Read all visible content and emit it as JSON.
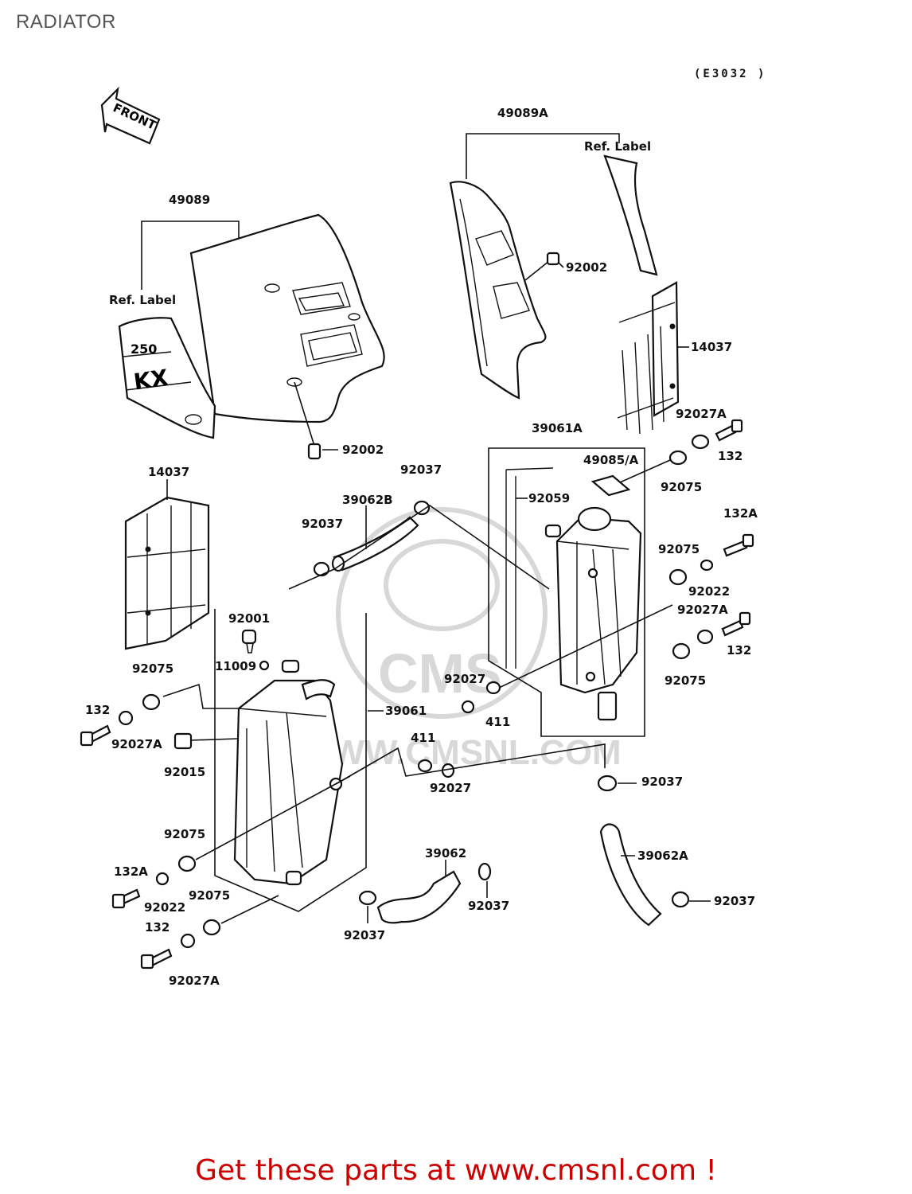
{
  "page": {
    "title": "RADIATOR",
    "diagram_code": "(E3032 )",
    "footer": "Get these parts at www.cmsnl.com !"
  },
  "watermark": {
    "brand": "CMS",
    "site": "WWW.CMSNL.COM"
  },
  "front_arrow": "FRONT",
  "decal": {
    "model_number": "250",
    "model_letters": "KX"
  },
  "labels": {
    "p49089": "49089",
    "ref_label_left": "Ref. Label",
    "p92002_a": "92002",
    "p49089A": "49089A",
    "ref_label_right": "Ref. Label",
    "p92002_b": "92002",
    "p14037_right": "14037",
    "p92027A_1": "92027A",
    "p132_1": "132",
    "p39061A": "39061A",
    "p49085A": "49085/A",
    "p92075_1": "92075",
    "p14037_left": "14037",
    "p92037_1": "92037",
    "p39062B": "39062B",
    "p92037_2": "92037",
    "p92059": "92059",
    "p132A_1": "132A",
    "p92075_2": "92075",
    "p92022_1": "92022",
    "p92027A_2": "92027A",
    "p132_2": "132",
    "p92001": "92001",
    "p11009": "11009",
    "p92075_3": "92075",
    "p92075_4": "92075",
    "p92027": "92027",
    "p411_1": "411",
    "p132_3": "132",
    "p39061": "39061",
    "p92027A_3": "92027A",
    "p92015": "92015",
    "p411_2": "411",
    "p92027_2": "92027",
    "p92037_3": "92037",
    "p92075_5": "92075",
    "p39062": "39062",
    "p39062A": "39062A",
    "p132A_2": "132A",
    "p92022_2": "92022",
    "p92075_6": "92075",
    "p92037_4": "92037",
    "p92037_5": "92037",
    "p92037_6": "92037",
    "p132_4": "132",
    "p92027A_4": "92027A"
  }
}
